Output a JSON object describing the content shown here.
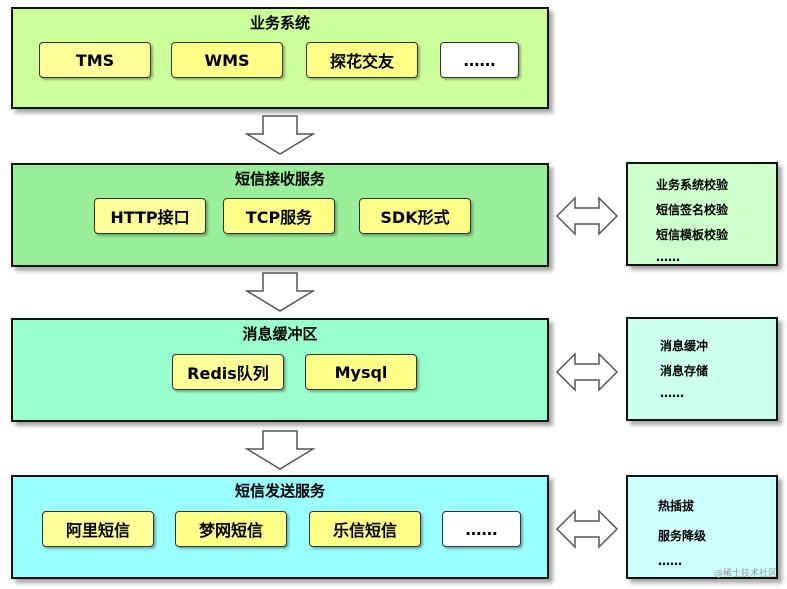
{
  "layers": [
    {
      "title": "业务系统",
      "items": [
        "TMS",
        "WMS",
        "探花交友",
        "……"
      ]
    },
    {
      "title": "短信接收服务",
      "items": [
        "HTTP接口",
        "TCP服务",
        "SDK形式"
      ]
    },
    {
      "title": "消息缓冲区",
      "items": [
        "Redis队列",
        "Mysql"
      ]
    },
    {
      "title": "短信发送服务",
      "items": [
        "阿里短信",
        "梦网短信",
        "乐信短信",
        "……"
      ]
    }
  ],
  "side_panels": [
    {
      "items": [
        "业务系统校验",
        "短信签名校验",
        "短信模板校验",
        "……"
      ]
    },
    {
      "items": [
        "消息缓冲",
        "消息存储",
        "……"
      ]
    },
    {
      "items": [
        "热插拔",
        "服务降级",
        "……"
      ]
    }
  ],
  "watermark": "@稀土技术社区",
  "colors": {
    "layer1": "#ccff99",
    "layer2": "#99ee99",
    "layer3": "#99ffcc",
    "layer4": "#99ffff",
    "chip_yellow": "#ffff88",
    "chip_light": "#ffff99",
    "chip_white": "#ffffff",
    "side1": "#ccffcc",
    "side2": "#ccffee",
    "side3": "#ccffff",
    "arrow_fill": "#ffffff",
    "arrow_stroke": "#555555"
  },
  "icons": [
    "down-arrow-icon",
    "double-arrow-icon"
  ]
}
